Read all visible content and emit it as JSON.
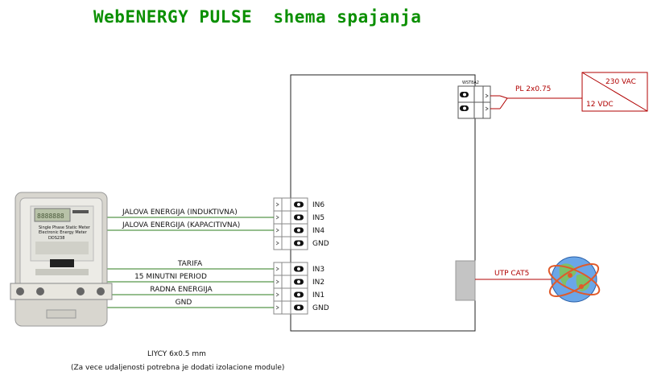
{
  "title": "WebENERGY PULSE  shema spajanja",
  "colors": {
    "title": "#0a8f00",
    "signal_wire": "#2e7d1e",
    "power_wire": "#b00000",
    "terminal_outline": "#888888",
    "lan_port": "#c0c0c0",
    "globe": "#4a8fd8",
    "orbit": "#e05a2a"
  },
  "power": {
    "connector_label": "WST8A2",
    "cable_label": "PL 2x0.75",
    "adapter_input": "230 VAC",
    "adapter_output": "12 VDC"
  },
  "inputs_top": [
    {
      "terminal": "IN6",
      "wire_label": "JALOVA ENERGIJA (INDUKTIVNA)"
    },
    {
      "terminal": "IN5",
      "wire_label": "JALOVA ENERGIJA (KAPACITIVNA)"
    },
    {
      "terminal": "IN4",
      "wire_label": ""
    },
    {
      "terminal": "GND",
      "wire_label": ""
    }
  ],
  "inputs_bottom": [
    {
      "terminal": "IN3",
      "wire_label": "TARIFA"
    },
    {
      "terminal": "IN2",
      "wire_label": "15 MINUTNI PERIOD"
    },
    {
      "terminal": "IN1",
      "wire_label": "RADNA ENERGIJA"
    },
    {
      "terminal": "GND",
      "wire_label": "GND"
    }
  ],
  "network": {
    "cable_label": "UTP CAT5"
  },
  "meter": {
    "display_text": "8888888",
    "label_lines": [
      "Single Phase Static Meter",
      "Electronic Energy Meter",
      "DDS238"
    ]
  },
  "footer": {
    "cable_spec": "LIYCY 6x0.5 mm",
    "note": "(Za vece udaljenosti potrebna je dodati izolacione module)"
  }
}
